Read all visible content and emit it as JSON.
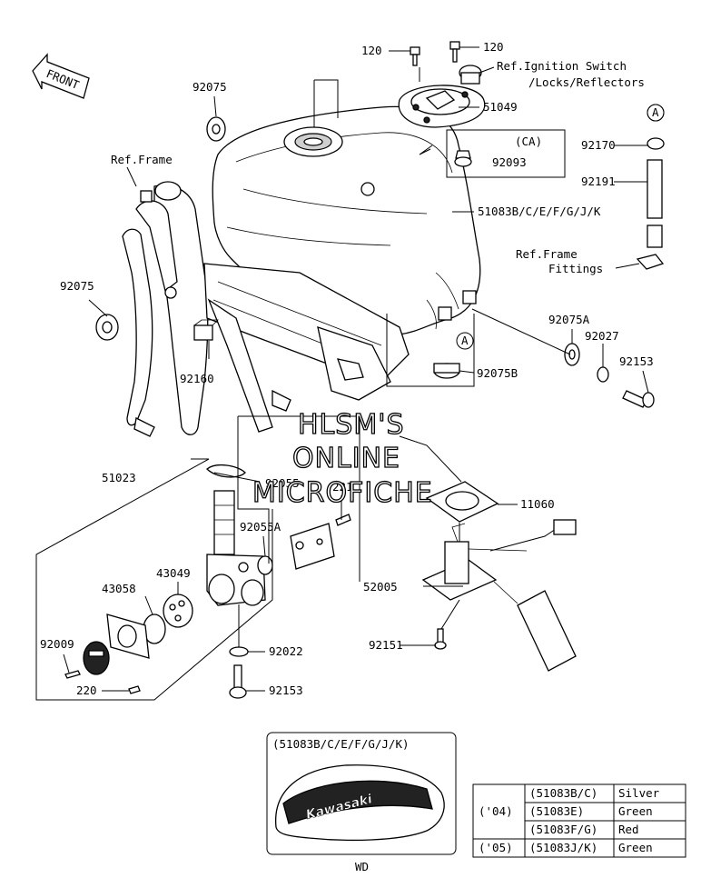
{
  "front_arrow_text": "FRONT",
  "callouts": [
    {
      "id": "120a",
      "text": "120"
    },
    {
      "id": "120b",
      "text": "120"
    },
    {
      "id": "ref_ign",
      "text": "Ref.Ignition Switch"
    },
    {
      "id": "ref_ign2",
      "text": "/Locks/Reflectors"
    },
    {
      "id": "51049",
      "text": "51049"
    },
    {
      "id": "92075a",
      "text": "92075"
    },
    {
      "id": "ca",
      "text": "(CA)"
    },
    {
      "id": "92093",
      "text": "92093"
    },
    {
      "id": "ref_frame",
      "text": "Ref.Frame"
    },
    {
      "id": "51083",
      "text": "51083B/C/E/F/G/J/K"
    },
    {
      "id": "A_top",
      "text": "A"
    },
    {
      "id": "92170",
      "text": "92170"
    },
    {
      "id": "92191",
      "text": "92191"
    },
    {
      "id": "ref_fit1",
      "text": "Ref.Frame"
    },
    {
      "id": "ref_fit2",
      "text": "Fittings"
    },
    {
      "id": "92075b",
      "text": "92075"
    },
    {
      "id": "A_mid",
      "text": "A"
    },
    {
      "id": "92075A",
      "text": "92075A"
    },
    {
      "id": "92027",
      "text": "92027"
    },
    {
      "id": "92153a",
      "text": "92153"
    },
    {
      "id": "92160",
      "text": "92160"
    },
    {
      "id": "92075B",
      "text": "92075B"
    },
    {
      "id": "51023",
      "text": "51023"
    },
    {
      "id": "92055",
      "text": "92055"
    },
    {
      "id": "221",
      "text": "221"
    },
    {
      "id": "11060",
      "text": "11060"
    },
    {
      "id": "92055A",
      "text": "92055A"
    },
    {
      "id": "43049",
      "text": "43049"
    },
    {
      "id": "43058",
      "text": "43058"
    },
    {
      "id": "52005",
      "text": "52005"
    },
    {
      "id": "92009",
      "text": "92009"
    },
    {
      "id": "92022",
      "text": "92022"
    },
    {
      "id": "92151",
      "text": "92151"
    },
    {
      "id": "220",
      "text": "220"
    },
    {
      "id": "92153b",
      "text": "92153"
    }
  ],
  "watermark": [
    "HLSM'S",
    "ONLINE",
    "MICROFICHE"
  ],
  "inset": {
    "title": "(51083B/C/E/F/G/J/K)",
    "brand": "Kawasaki",
    "caption": "WD"
  },
  "color_table": {
    "rows": [
      {
        "year": "('04)",
        "part": "(51083B/C)",
        "color": "Silver"
      },
      {
        "year": "",
        "part": "(51083E)",
        "color": "Green"
      },
      {
        "year": "",
        "part": "(51083F/G)",
        "color": "Red"
      },
      {
        "year": "('05)",
        "part": "(51083J/K)",
        "color": "Green"
      }
    ]
  }
}
